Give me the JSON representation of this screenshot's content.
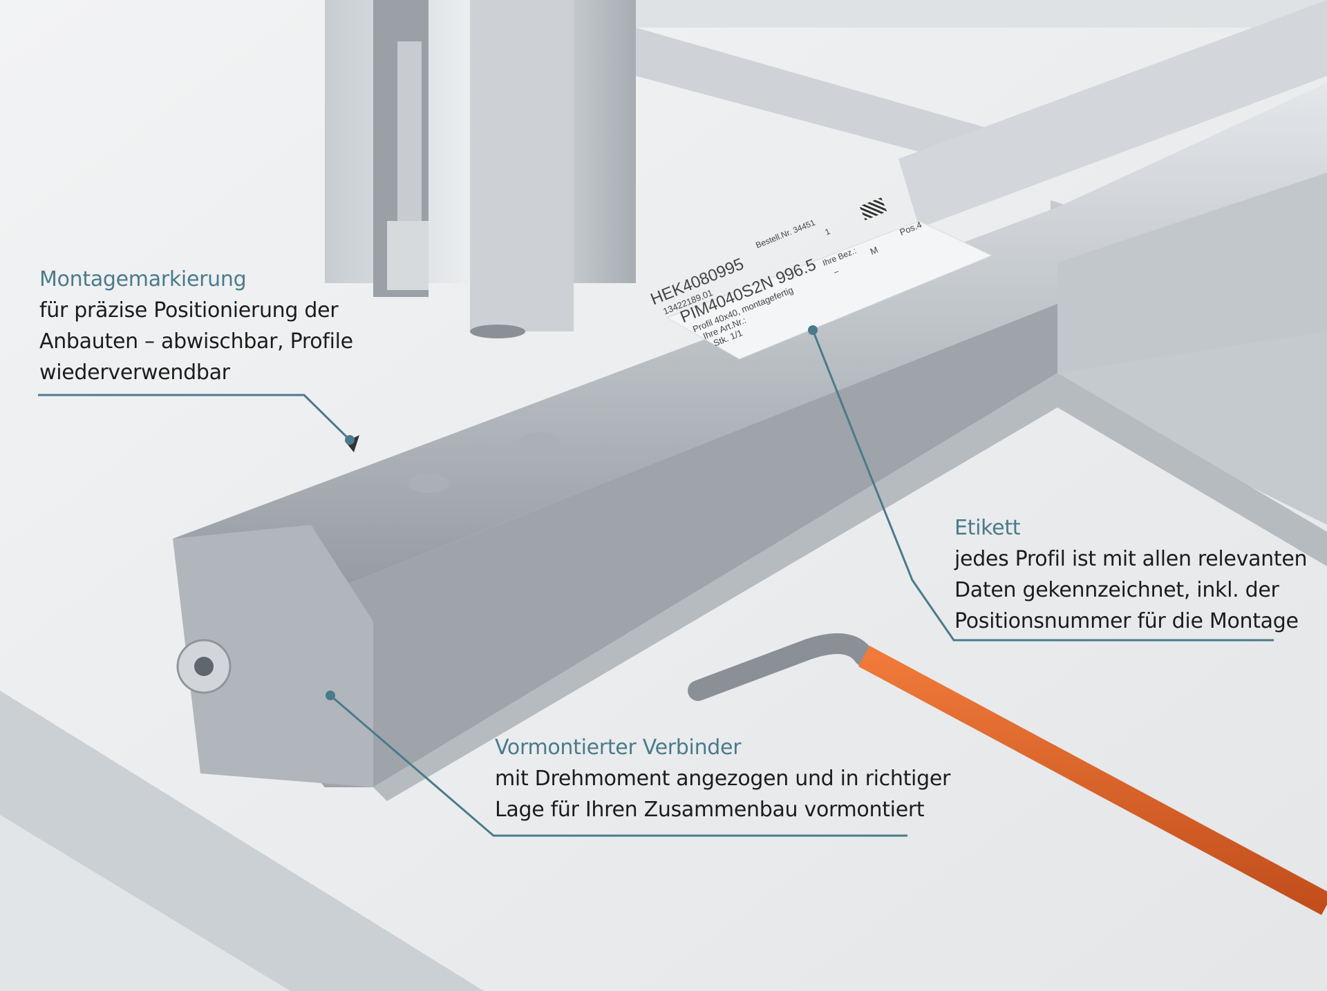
{
  "accent_color": "#4a7a8c",
  "callouts": {
    "montage": {
      "title": "Montagemarkierung",
      "lines": [
        "für präzise Positionierung der",
        "Anbauten – abwischbar, Profile",
        "wiederverwendbar"
      ]
    },
    "etikett": {
      "title": "Etikett",
      "lines": [
        "jedes Profil ist mit allen relevanten",
        "Daten gekennzeichnet, inkl. der",
        "Positionsnummer für die Montage"
      ]
    },
    "verbinder": {
      "title": "Vormontierter Verbinder",
      "lines": [
        "mit Drehmoment angezogen und in richtiger",
        "Lage für Ihren Zusammenbau vormontiert"
      ]
    }
  },
  "profile_label": {
    "code": "HEK4080995",
    "number": "13422189.01",
    "article": "PIM4040S2N 996.5",
    "description": "Profil 40x40, montagefertig",
    "customer_article": "Ihre Art.Nr.:",
    "pieces": "Stk. 1/1",
    "order": "Bestell.Nr. 34451",
    "order_qty": "1",
    "customer_ref": "Ihre Bez.:",
    "customer_ref_value": "M",
    "position": "Pos.4",
    "dash": "–"
  }
}
